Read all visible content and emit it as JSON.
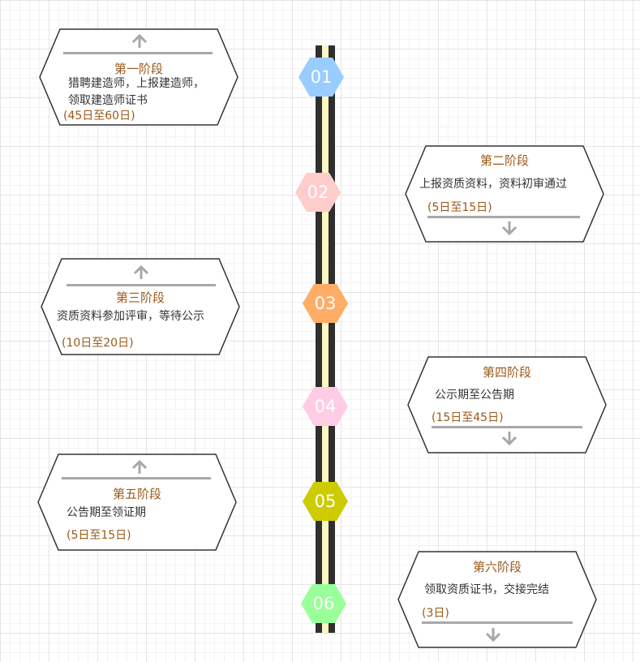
{
  "timeline": {
    "track_color": "#2f2f2f",
    "track_inner_color": "#fbf6c4"
  },
  "stages": [
    {
      "num": "01",
      "title": "第一阶段",
      "desc": "猎聘建造师，上报建造师，领取建造师证书",
      "duration": "(45日至60日)",
      "color": "#99ccff"
    },
    {
      "num": "02",
      "title": "第二阶段",
      "desc": "上报资质资料，资料初审通过",
      "duration": "(5日至15日)",
      "color": "#ffcccc"
    },
    {
      "num": "03",
      "title": "第三阶段",
      "desc": "资质资料参加评审，等待公示",
      "duration": "(10日至20日)",
      "color": "#ffad66"
    },
    {
      "num": "04",
      "title": "第四阶段",
      "desc": "公示期至公告期",
      "duration": "(15日至45日)",
      "color": "#ffcce6"
    },
    {
      "num": "05",
      "title": "第五阶段",
      "desc": "公告期至领证期",
      "duration": "(5日至15日)",
      "color": "#cccc00"
    },
    {
      "num": "06",
      "title": "第六阶段",
      "desc": "领取资质证书，交接完结",
      "duration": "(3日)",
      "color": "#99ff99"
    }
  ]
}
